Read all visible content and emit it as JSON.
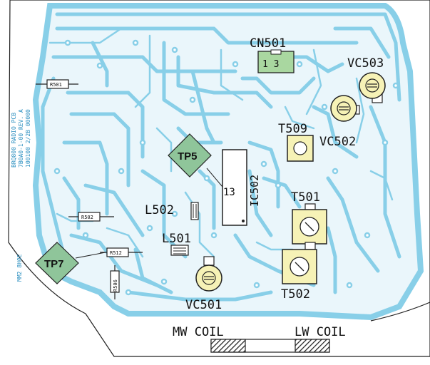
{
  "labels": {
    "cn501": "CN501",
    "cn501_pins": "1 3",
    "vc503": "VC503",
    "vc502": "VC502",
    "t509": "T509",
    "tp5": "TP5",
    "ic502": "IC502",
    "ic_pin": "13",
    "t501": "T501",
    "l502": "L502",
    "l501": "L501",
    "tp7": "TP7",
    "r501": "R501",
    "r502": "R502",
    "r512": "R512",
    "r506": "R506",
    "t502": "T502",
    "vc501": "VC501",
    "mw_coil": "MW COIL",
    "lw_coil": "LW COIL"
  },
  "board_text": {
    "line1": "BRQ800 RADIO PCB",
    "line2": "7B0A0-1-00 REV. A",
    "line3": "100100 2/2B 00000",
    "mark": "MM2 8H0E"
  },
  "colors": {
    "copper": "#88cfe8",
    "background": "#ffffff",
    "testpoint": "#8fc59a"
  }
}
